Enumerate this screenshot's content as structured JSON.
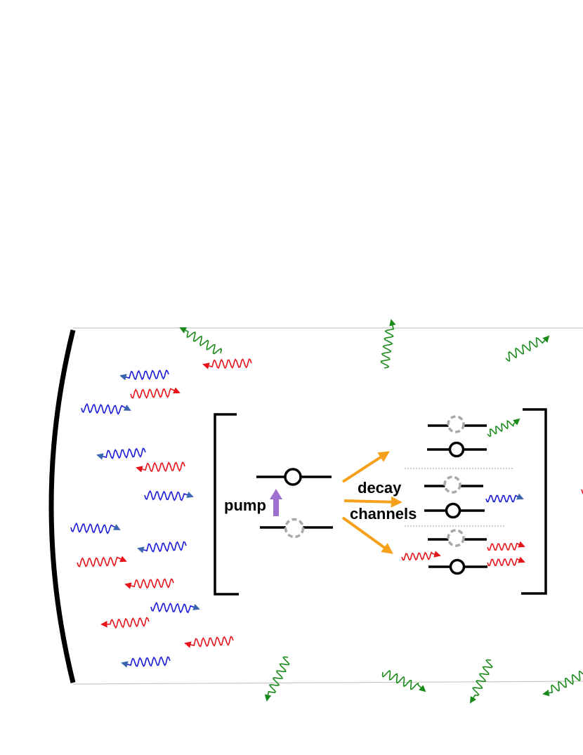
{
  "labels": {
    "pump": "pump",
    "decay": "decay",
    "channels": "channels"
  },
  "colors": {
    "red_photon": "#e8141b",
    "blue_photon": "#1a1ad8",
    "blue_arrowhead": "#3a66b0",
    "green_photon": "#1a8a1a",
    "orange_arrow": "#f7a01c",
    "pump_arrow": "#a070d0",
    "ghost_circle": "#a8a8a8",
    "level_line": "#000000",
    "cavity_line": "#c8c8c8",
    "mirror": "#000000"
  },
  "icons": {
    "mirror": "curved-mirror-icon",
    "photon": "wavy-arrow-photon-icon",
    "ground_state": "open-circle-icon",
    "empty_state": "dashed-circle-icon"
  }
}
